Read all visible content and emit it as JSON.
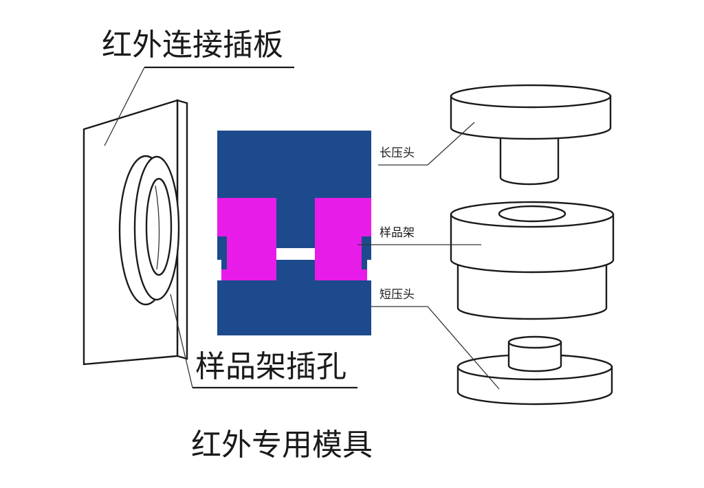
{
  "labels": {
    "infrared_plate": "红外连接插板",
    "sample_holder_slot": "样品架插孔",
    "caption": "红外专用模具",
    "long_press_head": "长压头",
    "sample_holder": "样品架",
    "short_press_head": "短压头"
  },
  "colors": {
    "press_body": "#1c4a8c",
    "sample_holder": "#e81ce8",
    "line": "#1a1a1a",
    "background": "#ffffff"
  }
}
